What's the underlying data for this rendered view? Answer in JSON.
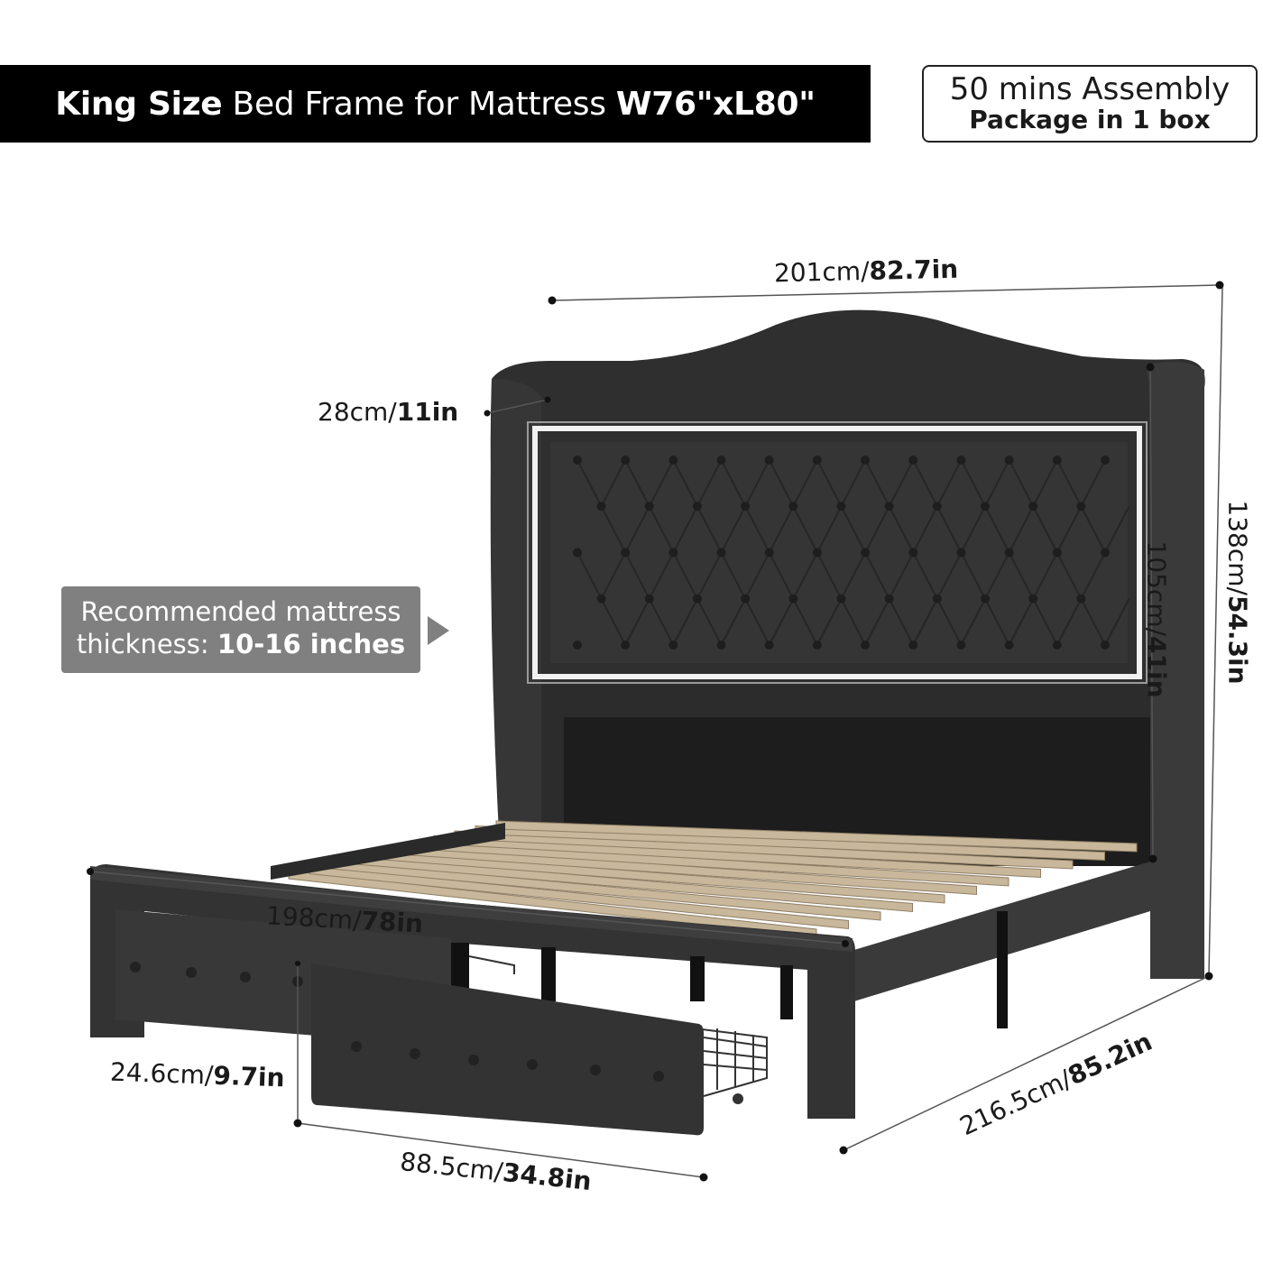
{
  "title": {
    "bold1": "King Size",
    "mid": " Bed Frame for Mattress ",
    "bold2": "W76\"xL80\""
  },
  "assembly": {
    "line1": "50 mins Assembly",
    "line2": "Package in 1 box"
  },
  "callout": {
    "line1": "Recommended mattress",
    "line2_prefix": "thickness: ",
    "line2_bold": "10-16 inches"
  },
  "dimensions": {
    "total_width": {
      "cm": "201cm/",
      "in": "82.7in"
    },
    "wing_depth": {
      "cm": "28cm/",
      "in": "11in"
    },
    "total_height": {
      "cm": "138cm/",
      "in": "54.3in"
    },
    "headboard_height": {
      "cm": "105cm/",
      "in": "41in"
    },
    "inner_width": {
      "cm": "198cm/",
      "in": "78in"
    },
    "footboard_height": {
      "cm": "24.6cm/",
      "in": "9.7in"
    },
    "drawer_width": {
      "cm": "88.5cm/",
      "in": "34.8in"
    },
    "total_length": {
      "cm": "216.5cm/",
      "in": "85.2in"
    }
  },
  "colors": {
    "frame": "#2b2b2b",
    "frame_light": "#3a3a3a",
    "slat": "#c8b79a",
    "led": "#f2f2f2",
    "callout": "#808080"
  }
}
